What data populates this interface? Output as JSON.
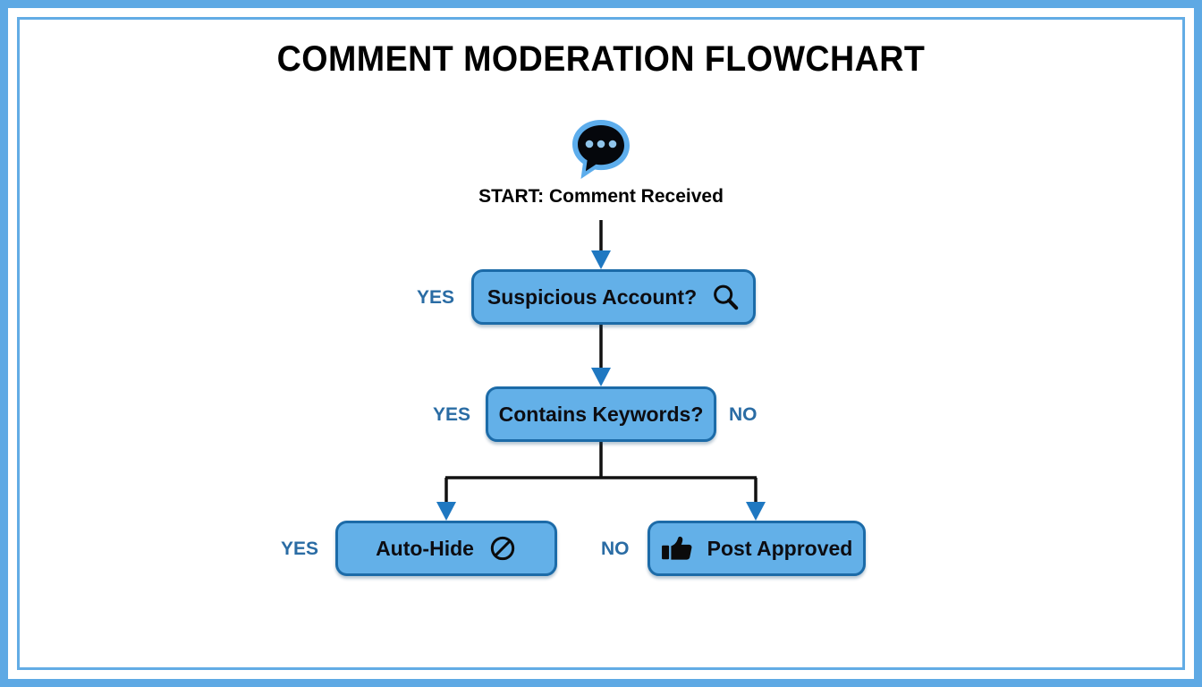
{
  "page": {
    "title": "COMMENT MODERATION FLOWCHART",
    "frame_color": "#5EA9E4",
    "background": "#ffffff"
  },
  "theme": {
    "node_fill": "#63B0E8",
    "node_border": "#1C6BA8",
    "node_text": "#0d0d12",
    "branch_label_color": "#2A6CA4",
    "arrow_stem_color": "#111111",
    "arrow_head_color": "#1F78C1",
    "bubble_outline": "#5DADEC",
    "bubble_fill": "#05070C",
    "bubble_dots": "#8FC4EA"
  },
  "start": {
    "icon": "speech-bubble-icon",
    "label": "START: Comment Received"
  },
  "nodes": [
    {
      "id": "suspicious",
      "label": "Suspicious Account?",
      "icon": "magnifier-icon",
      "icon_position": "right",
      "branch_left": "YES"
    },
    {
      "id": "keywords",
      "label": "Contains Keywords?",
      "icon": "",
      "icon_position": "none",
      "branch_left": "YES",
      "branch_right": "NO"
    },
    {
      "id": "autohide",
      "label": "Auto-Hide",
      "icon": "no-entry-icon",
      "icon_position": "right",
      "branch_left": "YES"
    },
    {
      "id": "approved",
      "label": "Post Approved",
      "icon": "thumbs-up-icon",
      "icon_position": "left",
      "branch_left": "NO"
    }
  ],
  "labels": {
    "yes_suspicious": "YES",
    "yes_keywords": "YES",
    "no_keywords": "NO",
    "yes_autohide": "YES",
    "no_approved": "NO"
  },
  "icons": {
    "magnifier": "magnifier-icon",
    "no_entry": "no-entry-icon",
    "thumbs_up": "thumbs-up-icon",
    "speech_bubble": "speech-bubble-icon"
  },
  "flow": {
    "edges": [
      {
        "from": "start",
        "to": "suspicious",
        "label": ""
      },
      {
        "from": "suspicious",
        "to": "keywords",
        "label": ""
      },
      {
        "from": "keywords",
        "to": "autohide",
        "label": "YES"
      },
      {
        "from": "keywords",
        "to": "approved",
        "label": "NO"
      }
    ]
  }
}
